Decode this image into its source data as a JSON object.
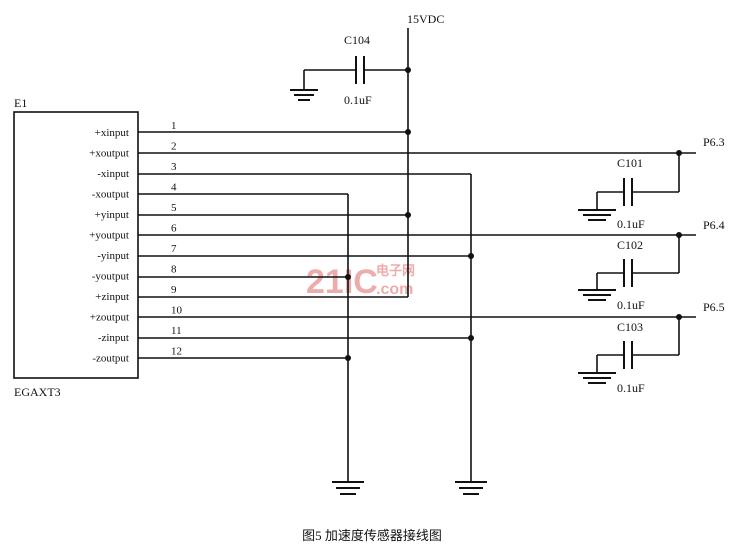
{
  "component": {
    "ref": "E1",
    "part": "EGAXT3"
  },
  "pins": [
    {
      "num": "1",
      "name": "+xinput"
    },
    {
      "num": "2",
      "name": "+xoutput"
    },
    {
      "num": "3",
      "name": "-xinput"
    },
    {
      "num": "4",
      "name": "-xoutput"
    },
    {
      "num": "5",
      "name": "+yinput"
    },
    {
      "num": "6",
      "name": "+youtput"
    },
    {
      "num": "7",
      "name": "-yinput"
    },
    {
      "num": "8",
      "name": "-youtput"
    },
    {
      "num": "9",
      "name": "+zinput"
    },
    {
      "num": "10",
      "name": "+zoutput"
    },
    {
      "num": "11",
      "name": "-zinput"
    },
    {
      "num": "12",
      "name": "-zoutput"
    }
  ],
  "supply": "15VDC",
  "capacitors": [
    {
      "ref": "C104",
      "value": "0.1uF"
    },
    {
      "ref": "C101",
      "value": "0.1uF"
    },
    {
      "ref": "C102",
      "value": "0.1uF"
    },
    {
      "ref": "C103",
      "value": "0.1uF"
    }
  ],
  "ports": [
    "P6.3",
    "P6.4",
    "P6.5"
  ],
  "watermark": {
    "main": "21IC",
    "cn": "电子网",
    "com": ".com"
  },
  "caption": "图5  加速度传感器接线图"
}
